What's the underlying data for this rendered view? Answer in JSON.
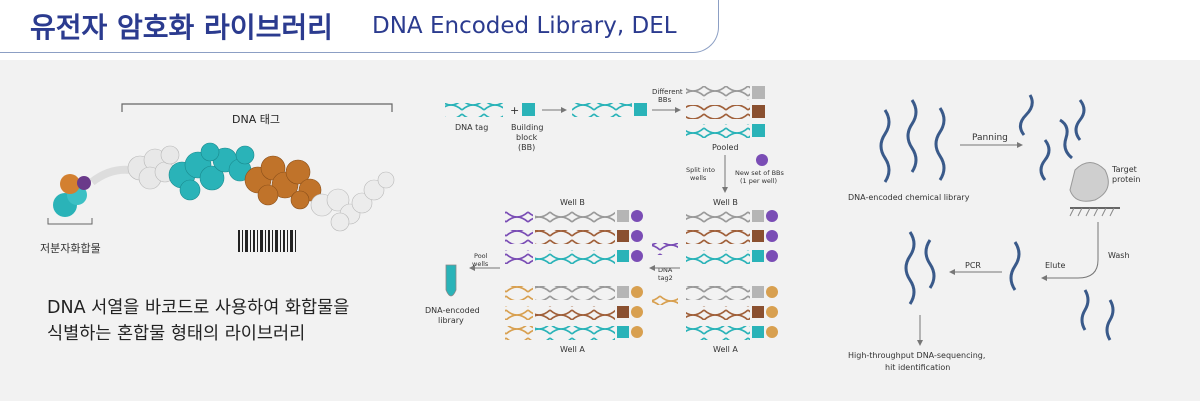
{
  "title": {
    "korean": "유전자 암호화 라이브러리",
    "english": "DNA Encoded Library, DEL"
  },
  "left_panel": {
    "dna_tag_label": "DNA 태그",
    "small_molecule_label": "저분자화합물",
    "description_line1": "DNA 서열을 바코드로 사용하여 화합물을",
    "description_line2": "식별하는 혼합물 형태의 라이브러리"
  },
  "middle_panel": {
    "dna_tag": "DNA tag",
    "plus": "+",
    "building_block_1": "Building",
    "building_block_2": "block",
    "building_block_3": "(BB)",
    "different_bbs_1": "Different",
    "different_bbs_2": "BBs",
    "pooled": "Pooled",
    "split_1": "Split into",
    "split_2": "wells",
    "new_set_1": "New set of BBs",
    "new_set_2": "(1 per well)",
    "well_b": "Well B",
    "well_a": "Well A",
    "pool_wells_1": "Pool",
    "pool_wells_2": "wells",
    "dna_tag2_1": "DNA",
    "dna_tag2_2": "tag2",
    "dna_encoded_library_1": "DNA-encoded",
    "dna_encoded_library_2": "library"
  },
  "right_panel": {
    "panning": "Panning",
    "dna_encoded_chemical_library": "DNA-encoded chemical library",
    "target_protein_1": "Target",
    "target_protein_2": "protein",
    "wash": "Wash",
    "elute": "Elute",
    "pcr": "PCR",
    "hts_1": "High-throughput DNA-sequencing,",
    "hts_2": "hit identification"
  },
  "colors": {
    "title": "#2b3b8f",
    "teal": "#2ab3b8",
    "orange": "#c0732a",
    "purple": "#7a4db5",
    "brown": "#8a5030",
    "gray": "#b5b5b5",
    "tan": "#d8a050",
    "helix_blue": "#3a5a8a"
  }
}
